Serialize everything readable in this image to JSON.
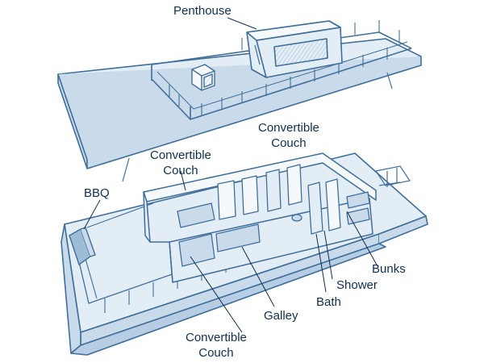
{
  "labels": {
    "penthouse": "Penthouse",
    "convertible_couch_top": [
      "Convertible",
      "Couch"
    ],
    "convertible_couch_left": [
      "Convertible",
      "Couch"
    ],
    "bbq": "BBQ",
    "bunks": "Bunks",
    "shower": "Shower",
    "bath": "Bath",
    "galley": "Galley",
    "convertible_couch_bottom": [
      "Convertible",
      "Couch"
    ]
  },
  "colors": {
    "ink": "#0f2f4f",
    "line_dark": "#3f6f9a",
    "line_light": "#86a9c8",
    "shade": "#c9daea",
    "shade_light": "#e3edf6"
  }
}
